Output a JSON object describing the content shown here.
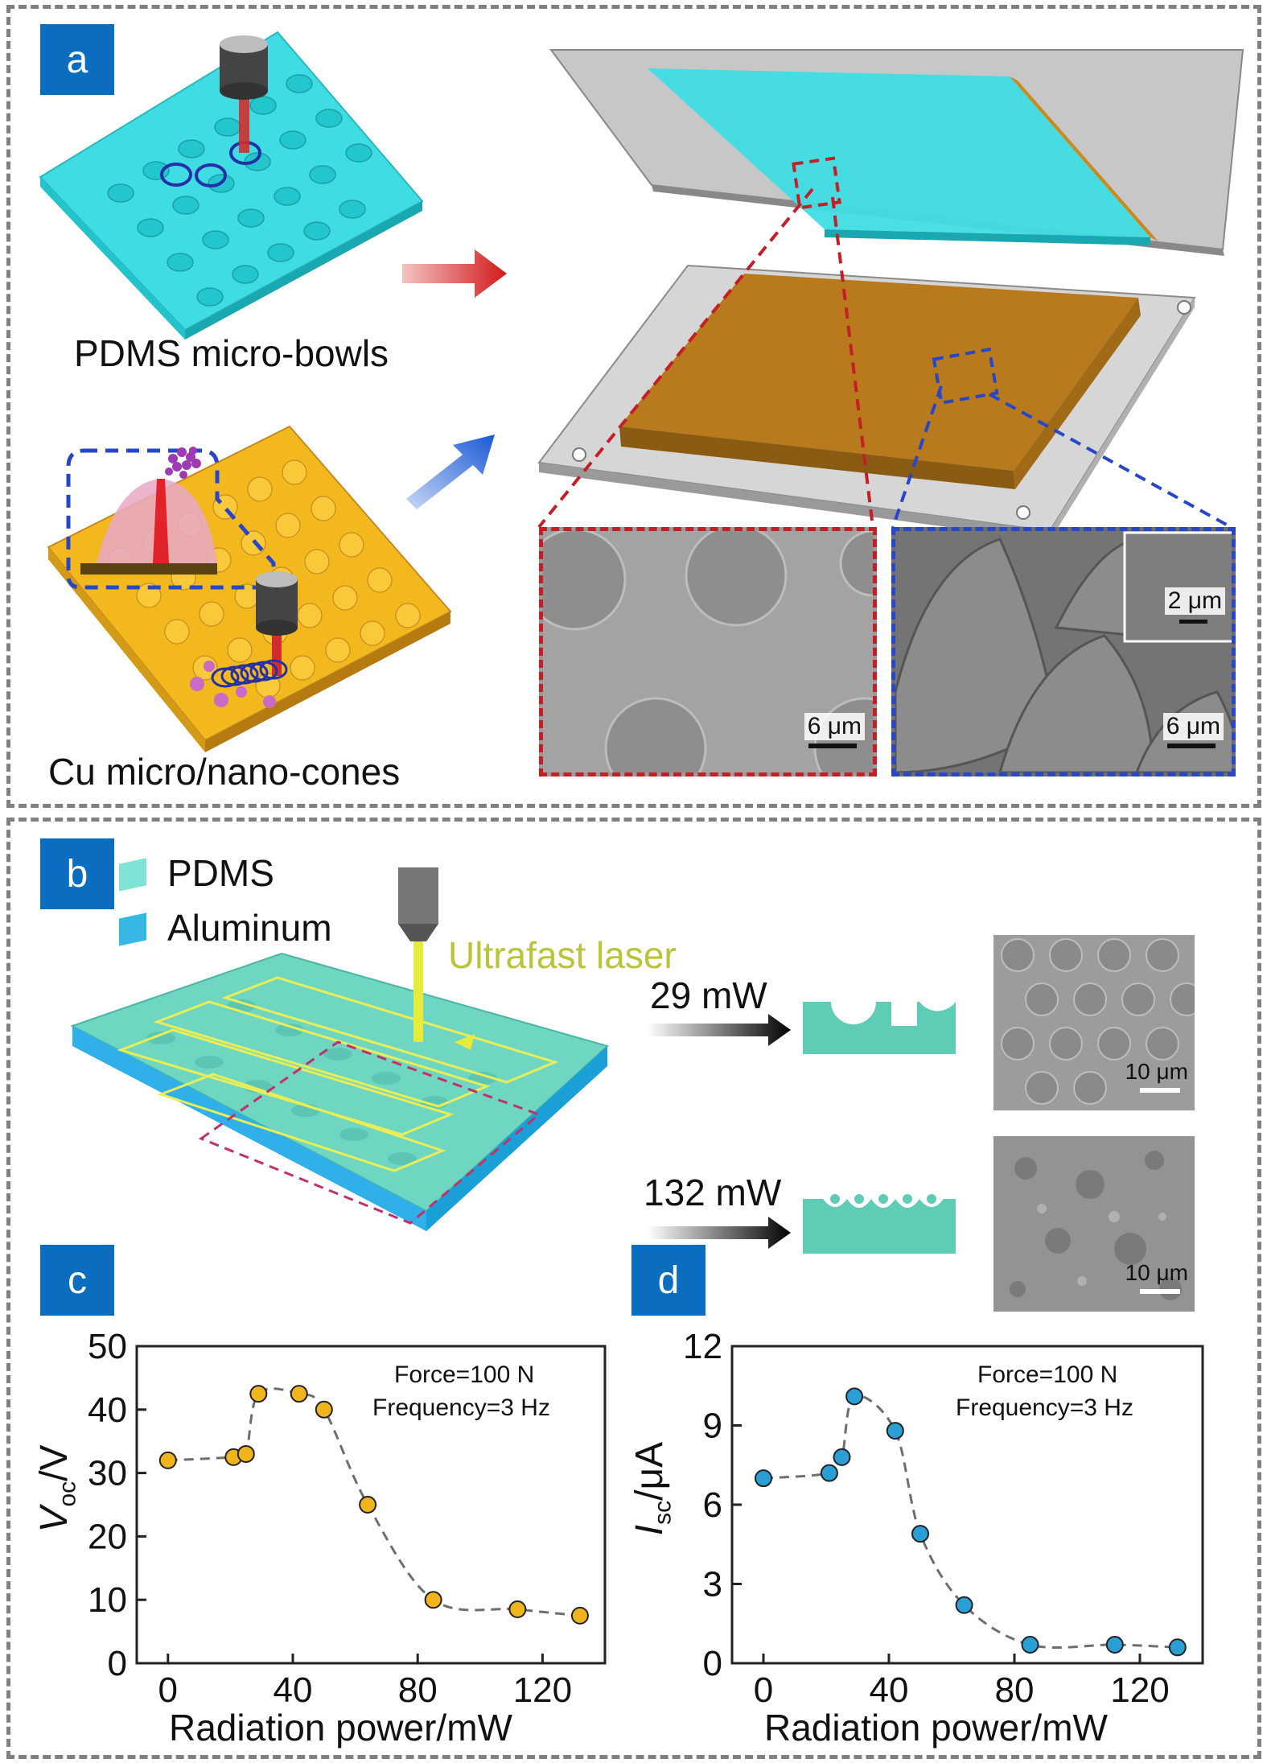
{
  "panels": {
    "a": {
      "tag": "a",
      "label_bowls": "PDMS micro-bowls",
      "label_cones": "Cu micro/nano-cones",
      "scale_left": "6 μm",
      "scale_right": "6 μm",
      "scale_inset": "2 μm"
    },
    "b": {
      "tag": "b",
      "legend": [
        {
          "name": "PDMS",
          "color": "#7fe3d5"
        },
        {
          "name": "Aluminum",
          "color": "#35b8e6"
        }
      ],
      "laser_label": "Ultrafast laser",
      "power_low": "29 mW",
      "power_high": "132 mW",
      "scale_low": "10 μm",
      "scale_high": "10 μm"
    },
    "c": {
      "tag": "c"
    },
    "d": {
      "tag": "d"
    }
  },
  "colors": {
    "tag_bg": "#0a6dc0",
    "pdms_cyan": "#3fdde3",
    "copper": "#c98a1f",
    "gold": "#f3b81e",
    "red_dash": "#c41f26",
    "blue_dash": "#2747c9",
    "laser_yellow": "#b9c43a",
    "voc_marker": "#f0b51e",
    "isc_marker": "#2a9fd6"
  },
  "chart_data": [
    {
      "type": "scatter",
      "title": "",
      "xlabel": "Radiation power/mW",
      "ylabel_main": "V",
      "ylabel_sub": "oc",
      "ylabel_unit": "/V",
      "annotation": [
        "Force=100 N",
        "Frequency=3 Hz"
      ],
      "xlim": [
        -10,
        140
      ],
      "ylim": [
        0,
        50
      ],
      "xticks": [
        0,
        40,
        80,
        120
      ],
      "yticks": [
        0,
        10,
        20,
        30,
        40,
        50
      ],
      "x": [
        0,
        21,
        25,
        29,
        42,
        50,
        64,
        85,
        112,
        132
      ],
      "y": [
        32,
        32.5,
        33,
        42.5,
        42.5,
        40,
        25,
        10,
        8.5,
        7.5
      ],
      "marker_color": "#f0b51e",
      "fit_line": "dashed grey"
    },
    {
      "type": "scatter",
      "title": "",
      "xlabel": "Radiation power/mW",
      "ylabel_main": "I",
      "ylabel_sub": "sc",
      "ylabel_unit": "/μA",
      "annotation": [
        "Force=100 N",
        "Frequency=3 Hz"
      ],
      "xlim": [
        -10,
        140
      ],
      "ylim": [
        0,
        12
      ],
      "xticks": [
        0,
        40,
        80,
        120
      ],
      "yticks": [
        0,
        3,
        6,
        9,
        12
      ],
      "x": [
        0,
        21,
        25,
        29,
        42,
        50,
        64,
        85,
        112,
        132
      ],
      "y": [
        7,
        7.2,
        7.8,
        10.1,
        8.8,
        4.9,
        2.2,
        0.7,
        0.7,
        0.6
      ],
      "marker_color": "#2a9fd6",
      "fit_line": "dashed grey"
    }
  ]
}
